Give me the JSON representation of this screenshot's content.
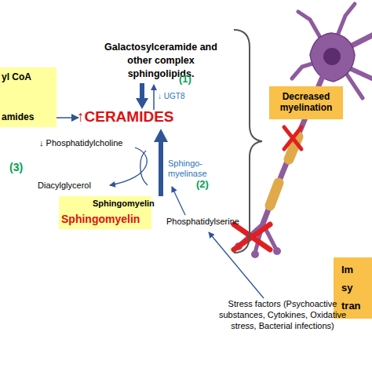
{
  "diagram": {
    "nodes": [
      {
        "text": [
          "yl CoA",
          "amides"
        ]
      },
      {
        "text": [
          "Decreased myelination"
        ]
      },
      {
        "text": [
          "Sphingomyelin",
          "Sphingomyelin"
        ]
      },
      {
        "text": [
          "Im sy tran"
        ]
      }
    ],
    "labels": [
      "Galactosylceramide and other complex sphingolipids.",
      "(1)",
      "↓ UGT8",
      "↑CERAMIDES",
      "(3)",
      "↓ Phosphatidylcholine",
      "Diacylglycerol",
      "Sphingo- myelinase",
      "(2)",
      "Phosphatidylserine",
      "Stress factors (Psychoactive substances, Cytokines, Oxidative stress, Bacterial infections)"
    ]
  }
}
